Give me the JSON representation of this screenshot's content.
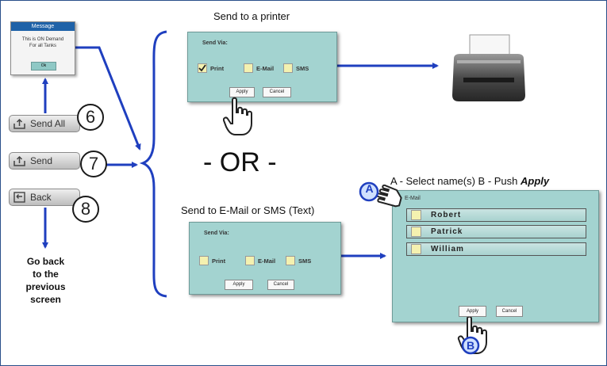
{
  "message": {
    "title": "Message",
    "line1": "This is ON Demand",
    "line2": "For all Tanks",
    "ok_label": "Ok"
  },
  "left_buttons": [
    {
      "label": "Send All",
      "number": "6"
    },
    {
      "label": "Send",
      "number": "7"
    },
    {
      "label": "Back",
      "number": "8"
    }
  ],
  "back_note": {
    "line1": "Go back",
    "line2": "to the",
    "line3": "previous",
    "line4": "screen"
  },
  "printer_section": {
    "caption": "Send to a printer",
    "send_via": "Send Via:",
    "options": [
      "Print",
      "E-Mail",
      "SMS"
    ],
    "apply": "Apply",
    "cancel": "Cancel"
  },
  "or_text": "- OR -",
  "email_section": {
    "caption": "Send to E-Mail or SMS (Text)",
    "send_via": "Send Via:",
    "options": [
      "Print",
      "E-Mail",
      "SMS"
    ],
    "apply": "Apply",
    "cancel": "Cancel"
  },
  "select_caption": {
    "prefix": "A - Select name(s)  B - Push ",
    "emphasis": "Apply"
  },
  "email_list": {
    "header": "E-Mail",
    "names": [
      "Robert",
      "Patrick",
      "William"
    ],
    "apply": "Apply",
    "cancel": "Cancel"
  },
  "markers": {
    "a": "A",
    "b": "B"
  },
  "colors": {
    "arrow": "#1f3fbf",
    "panel": "#a3d3d0",
    "checkbox": "#f4f1b0"
  }
}
